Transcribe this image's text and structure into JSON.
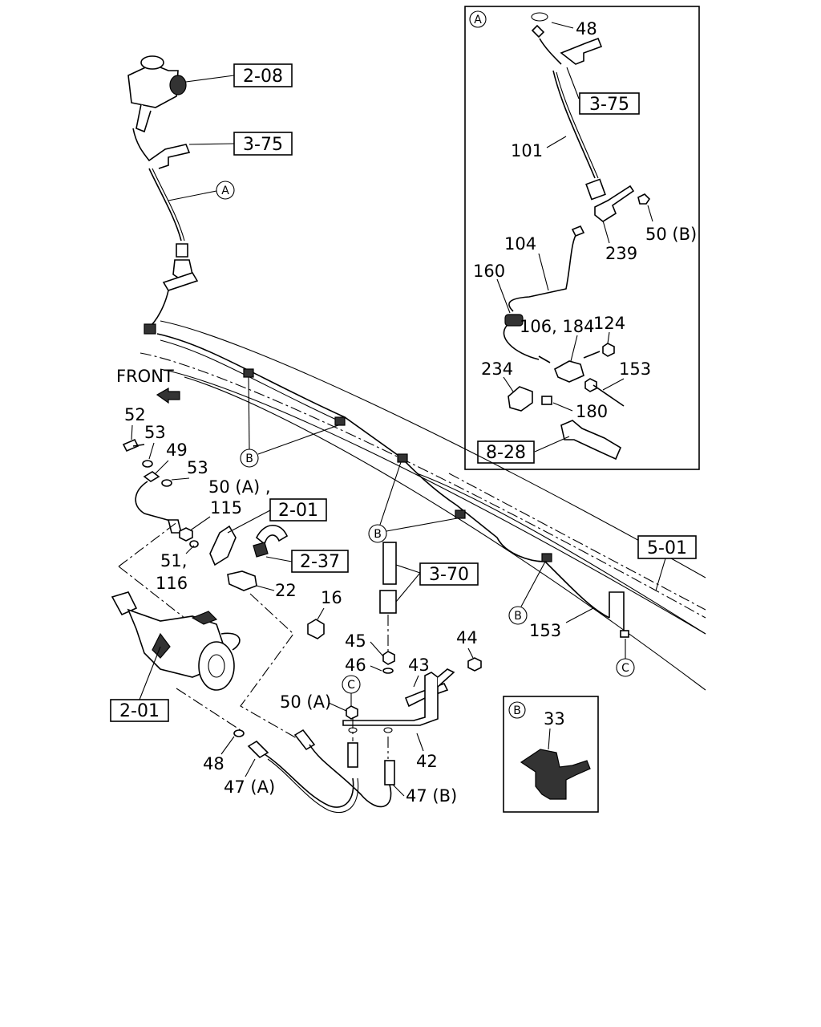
{
  "inset_a": {
    "id": "A",
    "labels": [
      "48",
      "3-75",
      "101",
      "50 (B)",
      "239",
      "104",
      "160",
      "124",
      "106, 184",
      "153",
      "234",
      "180",
      "8-28"
    ]
  },
  "inset_b": {
    "id": "B",
    "labels": [
      "33"
    ]
  },
  "main": {
    "front": "FRONT",
    "refs": [
      "2-08",
      "3-75",
      "2-01",
      "2-37",
      "3-70",
      "5-01",
      "2-01"
    ],
    "parts": [
      "52",
      "53",
      "49",
      "53",
      "50 (A) ,",
      "115",
      "51,",
      "116",
      "22",
      "16",
      "45",
      "46",
      "43",
      "44",
      "50 (A)",
      "42",
      "48",
      "47 (A)",
      "47 (B)",
      "153"
    ],
    "circles": {
      "a": "A",
      "b": "B",
      "c": "C"
    }
  }
}
